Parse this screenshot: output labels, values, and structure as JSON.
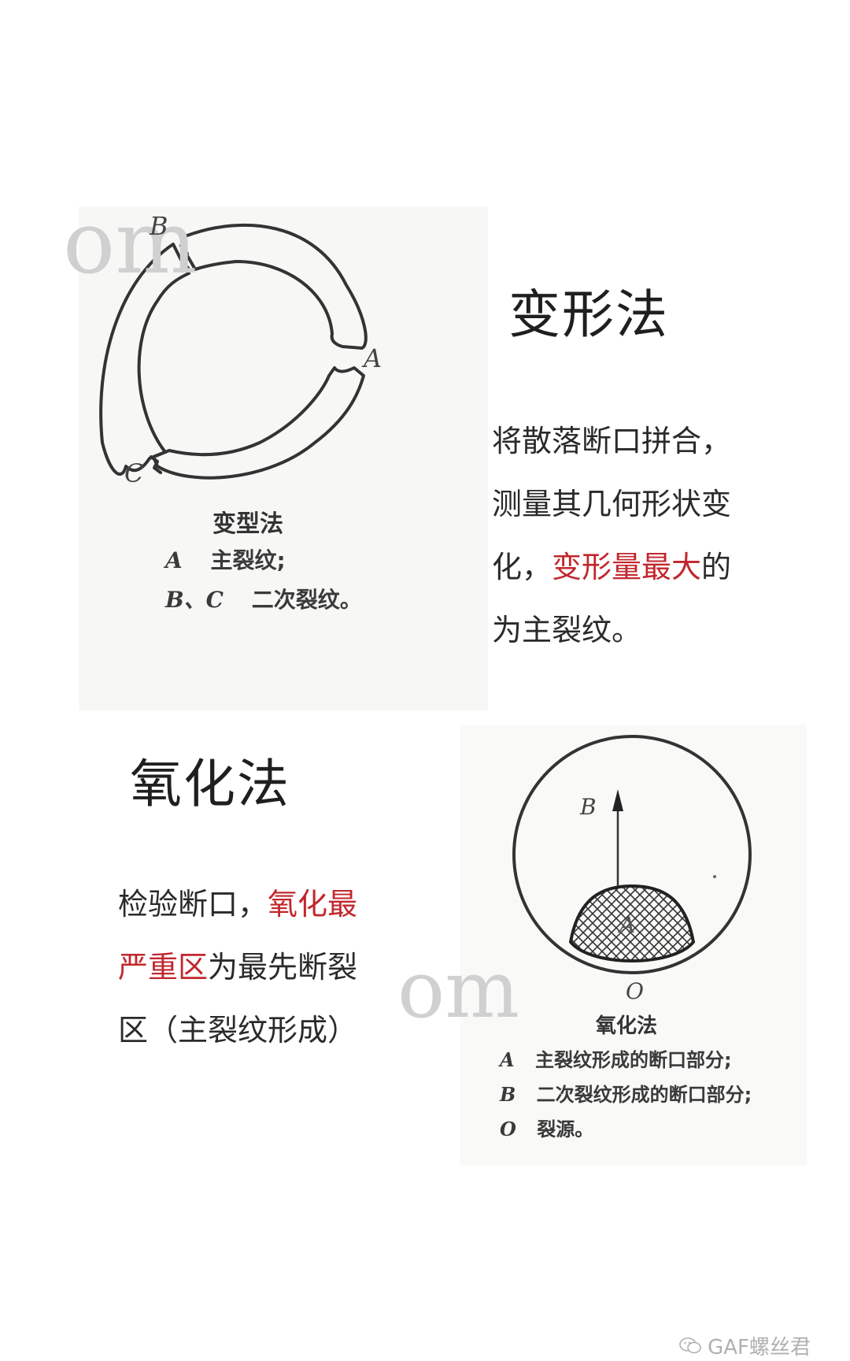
{
  "deformation": {
    "heading": "变形法",
    "paragraph_lines": [
      [
        {
          "text": "将散落断口拼合，",
          "red": false
        }
      ],
      [
        {
          "text": "测量其几何形状变",
          "red": false
        }
      ],
      [
        {
          "text": "化，",
          "red": false
        },
        {
          "text": "变形量最大",
          "red": true
        },
        {
          "text": "的",
          "red": false
        }
      ],
      [
        {
          "text": "为主裂纹。",
          "red": false
        }
      ]
    ],
    "diagram": {
      "label_a": "A",
      "label_b": "B",
      "label_c": "C",
      "caption_title": "变型法",
      "caption_a_key": "A",
      "caption_a_text": "主裂纹;",
      "caption_bc_key": "B、C",
      "caption_bc_text": "二次裂纹。",
      "watermark": "om"
    }
  },
  "oxidation": {
    "heading": "氧化法",
    "paragraph_lines": [
      [
        {
          "text": "检验断口，",
          "red": false
        },
        {
          "text": "氧化最",
          "red": true
        }
      ],
      [
        {
          "text": "严重区",
          "red": true
        },
        {
          "text": "为最先断裂",
          "red": false
        }
      ],
      [
        {
          "text": "区（主裂纹形成）",
          "red": false
        }
      ]
    ],
    "diagram": {
      "label_a": "A",
      "label_b": "B",
      "label_o": "O",
      "caption_title": "氧化法",
      "caption_a_key": "A",
      "caption_a_text": "主裂纹形成的断口部分;",
      "caption_b_key": "B",
      "caption_b_text": "二次裂纹形成的断口部分;",
      "caption_o_key": "O",
      "caption_o_text": "裂源。",
      "watermark": "om"
    }
  },
  "footer": {
    "account": "GAF螺丝君",
    "icon": "wechat-icon"
  },
  "colors": {
    "highlight": "#c1272d",
    "text": "#2a2a2a"
  }
}
